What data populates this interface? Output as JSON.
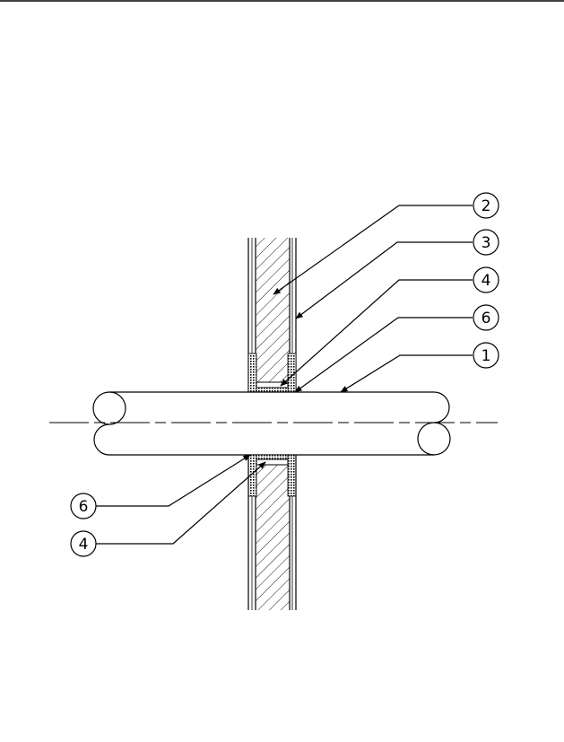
{
  "drawing": {
    "callouts": [
      {
        "id": "c2",
        "label": "2"
      },
      {
        "id": "c3",
        "label": "3"
      },
      {
        "id": "c4-top",
        "label": "4"
      },
      {
        "id": "c6-top",
        "label": "6"
      },
      {
        "id": "c1",
        "label": "1"
      },
      {
        "id": "c6-bottom",
        "label": "6"
      },
      {
        "id": "c4-bottom",
        "label": "4"
      }
    ]
  }
}
